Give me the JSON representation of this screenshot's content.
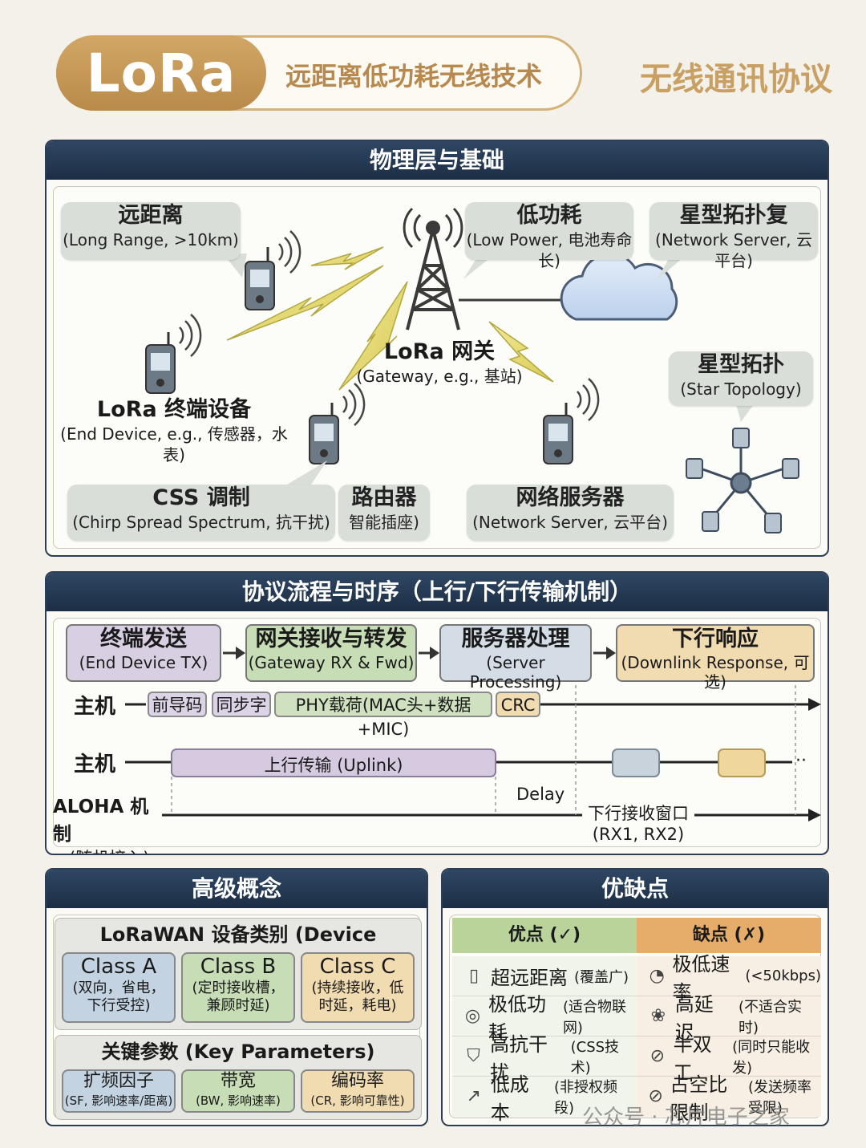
{
  "header": {
    "logo": "LoRa",
    "subtitle": "远距离低功耗无线技术",
    "right_title": "无线通讯协议"
  },
  "physical": {
    "title": "物理层与基础",
    "long_range": {
      "title": "远距离",
      "sub": "(Long Range, >10km)"
    },
    "low_power": {
      "title": "低功耗",
      "sub": "(Low Power, 电池寿命长)"
    },
    "star_complex": {
      "title": "星型拓扑复",
      "sub": "(Network Server, 云平台)"
    },
    "gateway": {
      "title": "LoRa 网关",
      "sub": "(Gateway, e.g., 基站)"
    },
    "end_device": {
      "title": "LoRa 终端设备",
      "sub": "(End Device, e.g., 传感器，水表)"
    },
    "star_topology": {
      "title": "星型拓扑",
      "sub": "(Star Topology)"
    },
    "css": {
      "title": "CSS 调制",
      "sub": "(Chirp Spread Spectrum, 抗干扰)"
    },
    "router": {
      "title": "路由器",
      "sub": "智能插座)"
    },
    "network_server": {
      "title": "网络服务器",
      "sub": "(Network Server, 云平台)"
    }
  },
  "protocol": {
    "title": "协议流程与时序（上行/下行传输机制）",
    "steps": [
      {
        "title": "终端发送",
        "sub": "(End Device TX)"
      },
      {
        "title": "网关接收与转发",
        "sub": "(Gateway RX & Fwd)"
      },
      {
        "title": "服务器处理",
        "sub": "(Server Processing)"
      },
      {
        "title": "下行响应",
        "sub": "(Downlink Response, 可选)"
      }
    ],
    "host1_label": "主机",
    "frame": [
      "前导码",
      "同步字",
      "PHY载荷(MAC头+数据+MIC)",
      "CRC"
    ],
    "host2_label": "主机",
    "uplink": "上行传输 (Uplink)",
    "delay": "Delay",
    "aloha_title": "ALOHA 机制",
    "aloha_sub": "(随机接入)",
    "rx_window": "下行接收窗口",
    "rx_window_sub": "(RX1, RX2)",
    "ellipsis": "··"
  },
  "advanced": {
    "title": "高级概念",
    "classes_title": "LoRaWAN 设备类别 (Device Classes)",
    "classes": [
      {
        "name": "Class A",
        "desc": "(双向，省电，下行受控)"
      },
      {
        "name": "Class B",
        "desc": "(定时接收槽，兼顾时延)"
      },
      {
        "name": "Class C",
        "desc": "(持续接收，低时延，耗电)"
      }
    ],
    "params_title": "关键参数 (Key Parameters)",
    "params": [
      {
        "name": "扩频因子",
        "desc": "(SF, 影响速率/距离)"
      },
      {
        "name": "带宽",
        "desc": "(BW, 影响速率)"
      },
      {
        "name": "编码率",
        "desc": "(CR, 影响可靠性)"
      }
    ]
  },
  "proscons": {
    "title": "优缺点",
    "pros_title": "优点 (✓)",
    "cons_title": "缺点 (✗)",
    "pros": [
      {
        "icon": "battery-icon",
        "main": "超远距离",
        "note": "(覆盖广)"
      },
      {
        "icon": "globe-icon",
        "main": "极低功耗",
        "note": "(适合物联网)"
      },
      {
        "icon": "shield-icon",
        "main": "高抗干扰",
        "note": "(CSS技术)"
      },
      {
        "icon": "chart-icon",
        "main": "低成本",
        "note": "(非授权频段)"
      }
    ],
    "cons": [
      {
        "icon": "speed-icon",
        "main": "极低速率",
        "note": "(<50kbps)"
      },
      {
        "icon": "snail-icon",
        "main": "高延迟",
        "note": "(不适合实时)"
      },
      {
        "icon": "no-icon",
        "main": "半双工",
        "note": "(同时只能收发)"
      },
      {
        "icon": "limit-icon",
        "main": "占空比限制",
        "note": "(发送频率受限)"
      }
    ]
  },
  "watermark": "公众号 · 芯片电子之家",
  "colors": {
    "navy": "#22364f",
    "gold": "#c9a064",
    "pros_green": "#b9d39a",
    "cons_orange": "#e6ad6a"
  }
}
